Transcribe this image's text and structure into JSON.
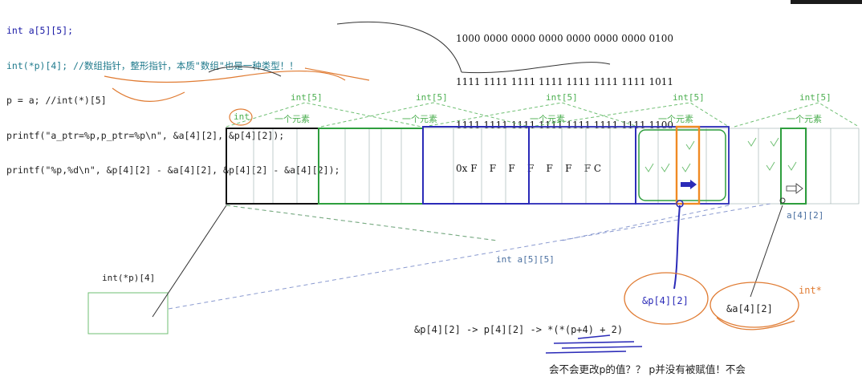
{
  "code_lines": [
    "int a[5][5];",
    "int(*p)[4]; //数组指针，整形指针，本质\"数组\"也是一种类型！！",
    "p = a; //int(*)[5]",
    "printf(\"a_ptr=%p,p_ptr=%p\\n\", &a[4][2], &p[4][2]);",
    "printf(\"%p,%d\\n\", &p[4][2] - &a[4][2], &p[4][2] - &a[4][2]);"
  ],
  "binary_lines": [
    "1000 0000 0000 0000 0000 0000 0000 0100",
    "1111 1111 1111 1111 1111 1111 1111 1011",
    "1111 1111 1111 1111 1111 1111 1111 1100",
    "0x F    F    F    F    F    F    F C"
  ],
  "row_labels": [
    "int[5]",
    "int[5]",
    "int[5]",
    "int[5]",
    "int[5]"
  ],
  "elem_labels": [
    "一个元素",
    "一个元素",
    "一个元素",
    "一个元素",
    "一个元素"
  ],
  "int_label": "int",
  "array_label": "int a[5][5]",
  "ptr_box_label": "int(*p)[4]",
  "p_addr_label": "&p[4][2]",
  "a_addr_label": "&a[4][2]",
  "a_elem_label": "a[4][2]",
  "int_star_label": "int*",
  "expression": "&p[4][2] -> p[4][2] -> *(*(p+4) + 2)",
  "question": "会不会更改p的值？？ p并没有被赋值！不会",
  "colors": {
    "black_block": "#111111",
    "green_block": "#2e9e3e",
    "blue_block": "#2b2bb8",
    "orange_highlight": "#f08a24",
    "dashed_green": "#6fbf73",
    "annotation_orange": "#e07b32"
  }
}
